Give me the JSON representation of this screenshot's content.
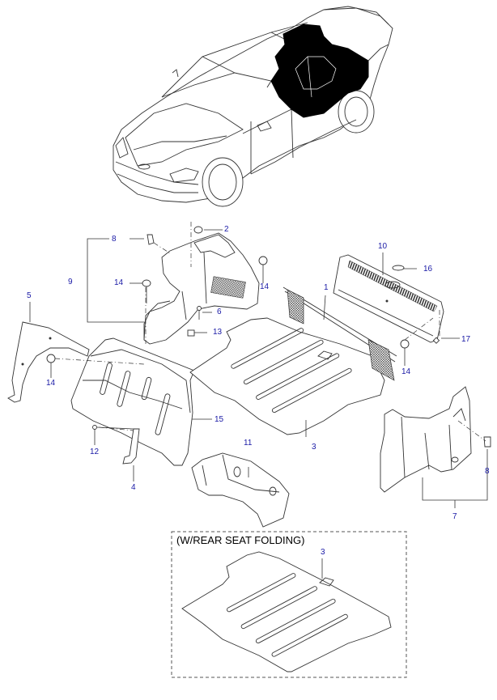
{
  "diagram": {
    "title": "(W/REAR SEAT FOLDING)",
    "label_color": "#1a1aa6",
    "line_color": "#333333",
    "callouts": [
      {
        "id": "c1",
        "number": "1",
        "part": "luggage-net"
      },
      {
        "id": "c2",
        "number": "2",
        "part": "cap"
      },
      {
        "id": "c3a",
        "number": "3",
        "part": "luggage-covering-floor"
      },
      {
        "id": "c3b",
        "number": "3",
        "part": "luggage-covering-floor-folding"
      },
      {
        "id": "c4",
        "number": "4",
        "part": "bracket"
      },
      {
        "id": "c5",
        "number": "5",
        "part": "trim-left-side"
      },
      {
        "id": "c6",
        "number": "6",
        "part": "screw"
      },
      {
        "id": "c7",
        "number": "7",
        "part": "trunk-side-trim-right"
      },
      {
        "id": "c8a",
        "number": "8",
        "part": "clip-left"
      },
      {
        "id": "c8b",
        "number": "8",
        "part": "clip-right"
      },
      {
        "id": "c9",
        "number": "9",
        "part": "trunk-side-trim-left"
      },
      {
        "id": "c10",
        "number": "10",
        "part": "transverse-trim"
      },
      {
        "id": "c11",
        "number": "11",
        "part": "tray"
      },
      {
        "id": "c12",
        "number": "12",
        "part": "bolt"
      },
      {
        "id": "c13",
        "number": "13",
        "part": "nut"
      },
      {
        "id": "c14a",
        "number": "14",
        "part": "fastener-a"
      },
      {
        "id": "c14b",
        "number": "14",
        "part": "fastener-b"
      },
      {
        "id": "c14c",
        "number": "14",
        "part": "fastener-c"
      },
      {
        "id": "c14d",
        "number": "14",
        "part": "fastener-d"
      },
      {
        "id": "c15",
        "number": "15",
        "part": "partition-panel"
      },
      {
        "id": "c16",
        "number": "16",
        "part": "badge"
      },
      {
        "id": "c17",
        "number": "17",
        "part": "fastener-e"
      }
    ]
  }
}
